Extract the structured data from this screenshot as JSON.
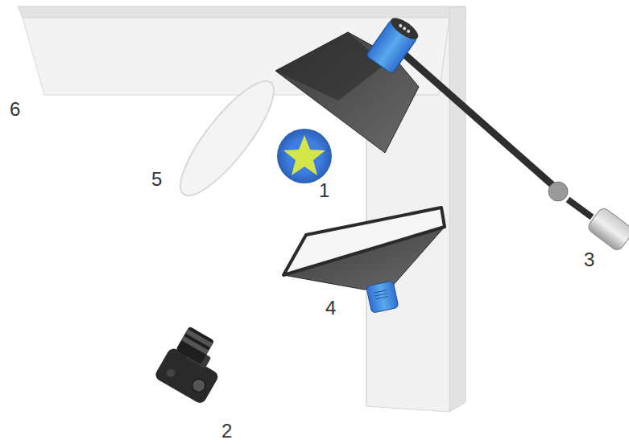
{
  "diagram": {
    "labels": [
      "6",
      "5",
      "1",
      "3",
      "4",
      "2"
    ]
  }
}
